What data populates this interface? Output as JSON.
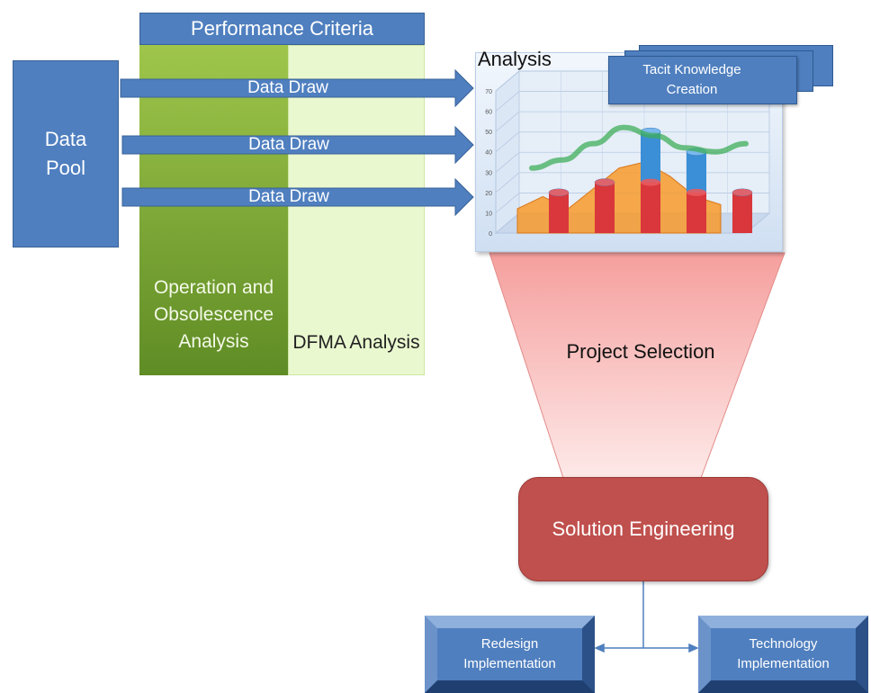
{
  "performance_criteria": "Performance Criteria",
  "data_pool": "Data Pool",
  "arrows": [
    "Data Draw",
    "Data Draw",
    "Data Draw"
  ],
  "operation_label": "Operation and Obsolescence Analysis",
  "dfma_label": "DFMA Analysis",
  "analysis_label": "Analysis",
  "tacit_label": "Tacit Knowledge Creation",
  "project_selection": "Project Selection",
  "solution_engineering": "Solution Engineering",
  "redesign": "Redesign Implementation",
  "technology": "Technology Implementation",
  "chart_data": {
    "type": "bar",
    "ylim": [
      0,
      70
    ],
    "yticks": [
      "0",
      "10",
      "20",
      "30",
      "40",
      "50",
      "60",
      "70"
    ],
    "series": [
      {
        "values": [
          20,
          25,
          50,
          40,
          20
        ]
      },
      {
        "values": [
          20,
          25,
          25,
          20,
          20
        ]
      }
    ]
  },
  "colors": {
    "blue": "#4f7fbf",
    "green": "#7aa83a",
    "light_green": "#eaf8cf",
    "red": "#c0504d"
  }
}
